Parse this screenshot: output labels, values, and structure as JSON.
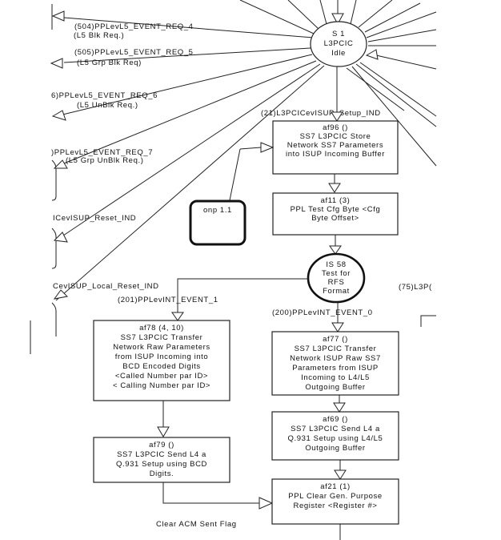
{
  "states": {
    "s1": {
      "lines": [
        "S 1",
        "L3PCIC",
        "Idle"
      ]
    },
    "is58": {
      "lines": [
        "IS 58",
        "Test for",
        "RFS",
        "Format"
      ]
    }
  },
  "transitions_left": [
    {
      "lines": [
        "(504)PPLevL5_EVENT_REQ_4",
        "(L5 Blk Req.)"
      ]
    },
    {
      "lines": [
        "(505)PPLevL5_EVENT_REQ_5",
        "(L5 Grp Blk Req)"
      ]
    },
    {
      "lines": [
        "6)PPLevL5_EVENT_REQ_6",
        "(L5 UnBlk Req.)"
      ]
    },
    {
      "lines": [
        ")PPLevL5_EVENT_REQ_7",
        "(L5 Grp UnBlk Req.)"
      ]
    },
    {
      "lines": [
        "ICevISUP_Reset_IND"
      ]
    },
    {
      "lines": [
        "CevISUP_Local_Reset_IND"
      ]
    }
  ],
  "transition_labels": {
    "setup_ind": "(21)L3PCICevISUP_Setup_IND",
    "event_1": "(201)PPLevINT_EVENT_1",
    "event_0": "(200)PPLevINT_EVENT_0",
    "l3p_75": "(75)L3P(",
    "clear_acm": "Clear ACM Sent Flag"
  },
  "connector": {
    "label": "onp 1.1"
  },
  "actions": {
    "af96": {
      "lines": [
        "af96 ()",
        "SS7 L3PCIC Store",
        "Network SS7 Parameters",
        "into ISUP Incoming Buffer"
      ]
    },
    "af11": {
      "lines": [
        "af11 (3)",
        "PPL Test Cfg Byte <Cfg",
        "Byte Offset>"
      ]
    },
    "af78": {
      "lines": [
        "af78 (4, 10)",
        "SS7 L3PCIC Transfer",
        "Network Raw Parameters",
        "from ISUP Incoming into",
        "BCD Encoded Digits",
        "<Called Number par ID>",
        "< Calling Number par ID>"
      ]
    },
    "af77": {
      "lines": [
        "af77 ()",
        "SS7 L3PCIC Transfer",
        "Network ISUP Raw SS7",
        "Parameters from ISUP",
        "Incoming to L4/L5",
        "Outgoing Buffer"
      ]
    },
    "af79": {
      "lines": [
        "af79 ()",
        "SS7 L3PCIC Send L4 a",
        "Q.931 Setup using BCD",
        "Digits."
      ]
    },
    "af69": {
      "lines": [
        "af69 ()",
        "SS7 L3PCIC Send L4 a",
        "Q.931 Setup using L4/L5",
        "Outgoing Buffer"
      ]
    },
    "af21": {
      "lines": [
        "af21 (1)",
        "PPL Clear Gen. Purpose",
        "Register <Register #>"
      ]
    }
  }
}
